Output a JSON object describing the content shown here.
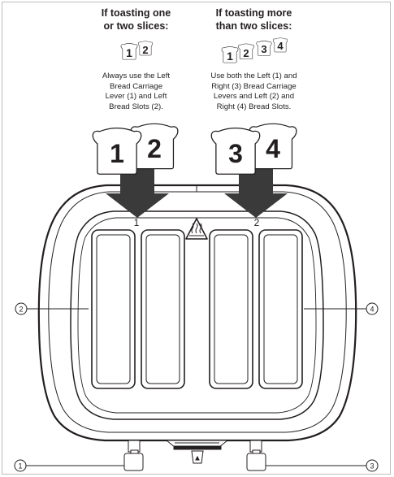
{
  "left_instruction": {
    "heading_line1": "If toasting one",
    "heading_line2": "or two slices:",
    "icon_slices": [
      "1",
      "2"
    ],
    "caption_lines": [
      "Always use the Left",
      "Bread Carriage",
      "Lever (1) and Left",
      "Bread Slots (2)."
    ]
  },
  "right_instruction": {
    "heading_line1": "If toasting more",
    "heading_line2": "than two slices:",
    "icon_slices": [
      "1",
      "2",
      "3",
      "4"
    ],
    "caption_lines": [
      "Use both the Left (1) and",
      "Right (3) Bread Carriage",
      "Levers and Left (2) and",
      "Right (4) Bread Slots."
    ]
  },
  "large_slices": [
    "1",
    "2",
    "3",
    "4"
  ],
  "slot_markers": [
    "1",
    "2"
  ],
  "callouts": {
    "left_slots": "2",
    "right_slots": "4",
    "left_lever": "1",
    "right_lever": "3"
  },
  "icons": {
    "hot_surface": "hot-surface-warning-icon"
  },
  "colors": {
    "line": "#231f20",
    "arrow": "#3a3a3a",
    "slice_fill": "#ffffff"
  }
}
